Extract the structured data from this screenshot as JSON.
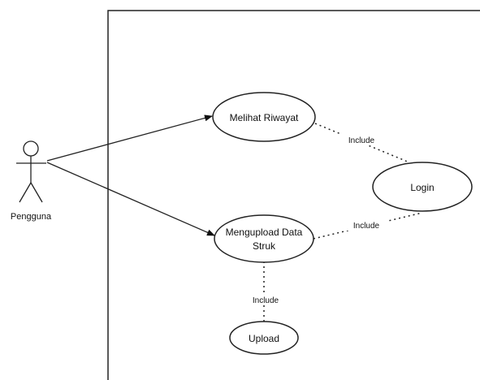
{
  "diagram": {
    "type": "use-case",
    "actor": {
      "label": "Pengguna"
    },
    "use_cases": {
      "riwayat": "Melihat Riwayat",
      "upload_data_line1": "Mengupload Data",
      "upload_data_line2": "Struk",
      "login": "Login",
      "upload": "Upload"
    },
    "relations": {
      "include_riwayat_login": "Include",
      "include_upload_login": "Include",
      "include_upload_upload": "Include"
    }
  }
}
